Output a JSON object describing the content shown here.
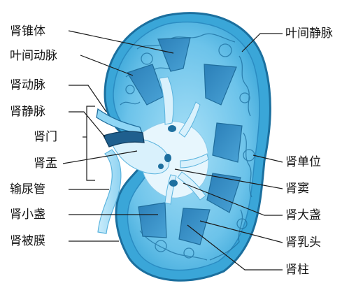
{
  "labels": {
    "left": [
      {
        "key": "renal_pyramid",
        "text": "肾锥体"
      },
      {
        "key": "interlobar_artery",
        "text": "叶间动脉"
      },
      {
        "key": "renal_artery",
        "text": "肾动脉"
      },
      {
        "key": "renal_vein",
        "text": "肾静脉"
      },
      {
        "key": "renal_hilum",
        "text": "肾门"
      },
      {
        "key": "renal_pelvis",
        "text": "肾盂"
      },
      {
        "key": "ureter",
        "text": "输尿管"
      },
      {
        "key": "minor_calyx",
        "text": "肾小盏"
      },
      {
        "key": "renal_capsule",
        "text": "肾被膜"
      }
    ],
    "right": [
      {
        "key": "interlobar_vein",
        "text": "叶间静脉"
      },
      {
        "key": "nephron",
        "text": "肾单位"
      },
      {
        "key": "renal_sinus",
        "text": "肾窦"
      },
      {
        "key": "major_calyx",
        "text": "肾大盏"
      },
      {
        "key": "renal_papilla",
        "text": "肾乳头"
      },
      {
        "key": "renal_column",
        "text": "肾柱"
      }
    ]
  },
  "colors": {
    "capsule": "#3aa6d8",
    "cortex": "#6cc3ea",
    "pyramid": "#2e86bf",
    "sinus": "#e7f6fd",
    "vessel": "#1d6f9f",
    "leader": "#1a1a1a"
  }
}
